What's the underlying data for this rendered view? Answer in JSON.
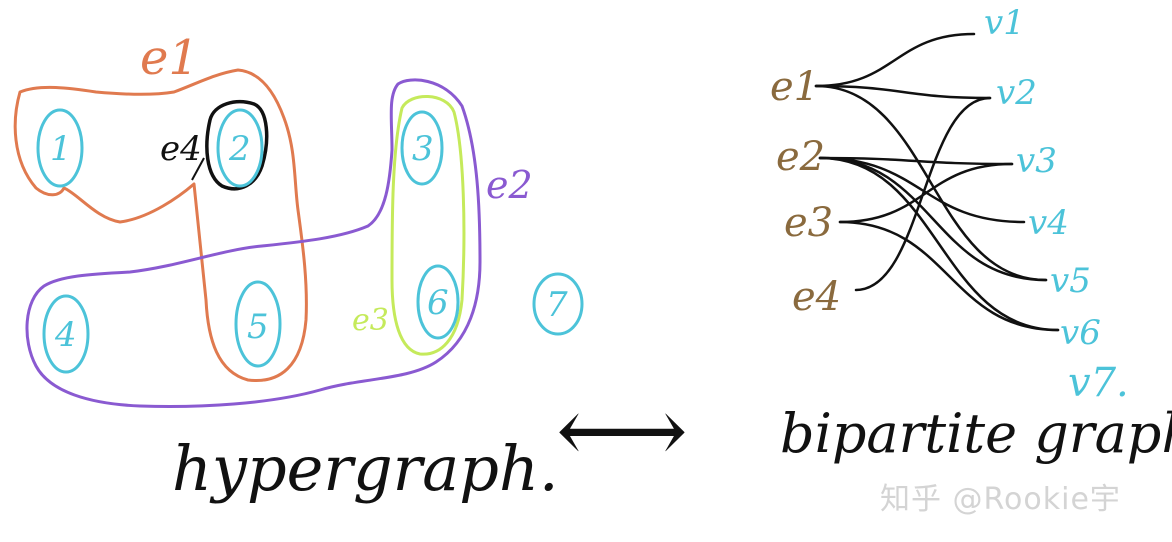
{
  "colors": {
    "e1": "#e07a4f",
    "e2": "#8a5ad1",
    "e3": "#c5ea5b",
    "e4": "#111111",
    "vertex": "#4cc3d9",
    "edge_label_bipartite": "#8a6a3e",
    "ink": "#111111"
  },
  "hypergraph": {
    "vertices": [
      "1",
      "2",
      "3",
      "4",
      "5",
      "6",
      "7"
    ],
    "hyperedges": [
      {
        "label": "e1",
        "members": [
          "1",
          "2",
          "5"
        ]
      },
      {
        "label": "e2",
        "members": [
          "3",
          "4",
          "5",
          "6"
        ]
      },
      {
        "label": "e3",
        "members": [
          "3",
          "6"
        ]
      },
      {
        "label": "e4",
        "members": [
          "2"
        ]
      }
    ],
    "caption": "hypergraph."
  },
  "arrow": "⟷",
  "bipartite": {
    "left": [
      "e1",
      "e2",
      "e3",
      "e4"
    ],
    "right": [
      "v1",
      "v2",
      "v3",
      "v4",
      "v5",
      "v6",
      "v7."
    ],
    "edges": [
      [
        "e1",
        "v1"
      ],
      [
        "e1",
        "v2"
      ],
      [
        "e1",
        "v5"
      ],
      [
        "e2",
        "v3"
      ],
      [
        "e2",
        "v4"
      ],
      [
        "e2",
        "v5"
      ],
      [
        "e2",
        "v6"
      ],
      [
        "e3",
        "v3"
      ],
      [
        "e3",
        "v6"
      ],
      [
        "e4",
        "v2"
      ]
    ],
    "caption": "bipartite graph."
  },
  "watermark": "知乎 @Rookie宇"
}
